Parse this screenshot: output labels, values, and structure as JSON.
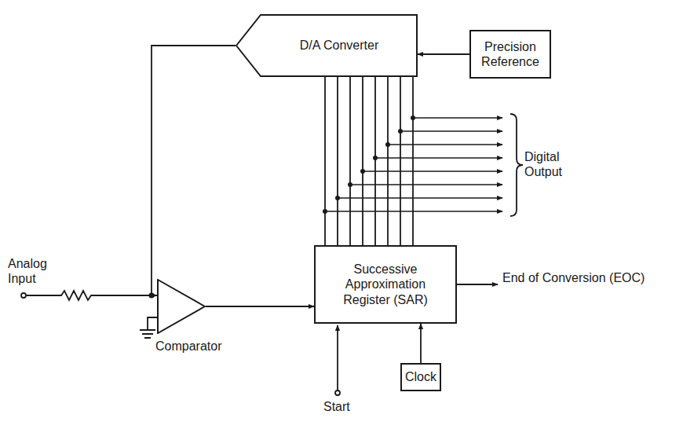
{
  "diagram": {
    "nodes": [
      {
        "text": [
          "D/A Converter"
        ]
      },
      {
        "text": [
          "Precision Reference"
        ]
      },
      {
        "text": [
          "Comparator"
        ]
      },
      {
        "text": [
          "Successive Approximation Register (SAR)"
        ]
      },
      {
        "text": [
          "Clock"
        ]
      }
    ],
    "edges": [
      {
        "from": 1,
        "to": 0,
        "arrow": "to"
      },
      {
        "from": 0,
        "to": 2,
        "arrow": "to"
      },
      {
        "from": 2,
        "to": 3,
        "arrow": "to"
      },
      {
        "from": 4,
        "to": 3,
        "arrow": "to"
      },
      {
        "from": 3,
        "to": 0,
        "arrow": "none"
      }
    ],
    "labels": [
      "Analog Input",
      "Digital Output",
      "End of Conversion (EOC)",
      "Start"
    ]
  }
}
